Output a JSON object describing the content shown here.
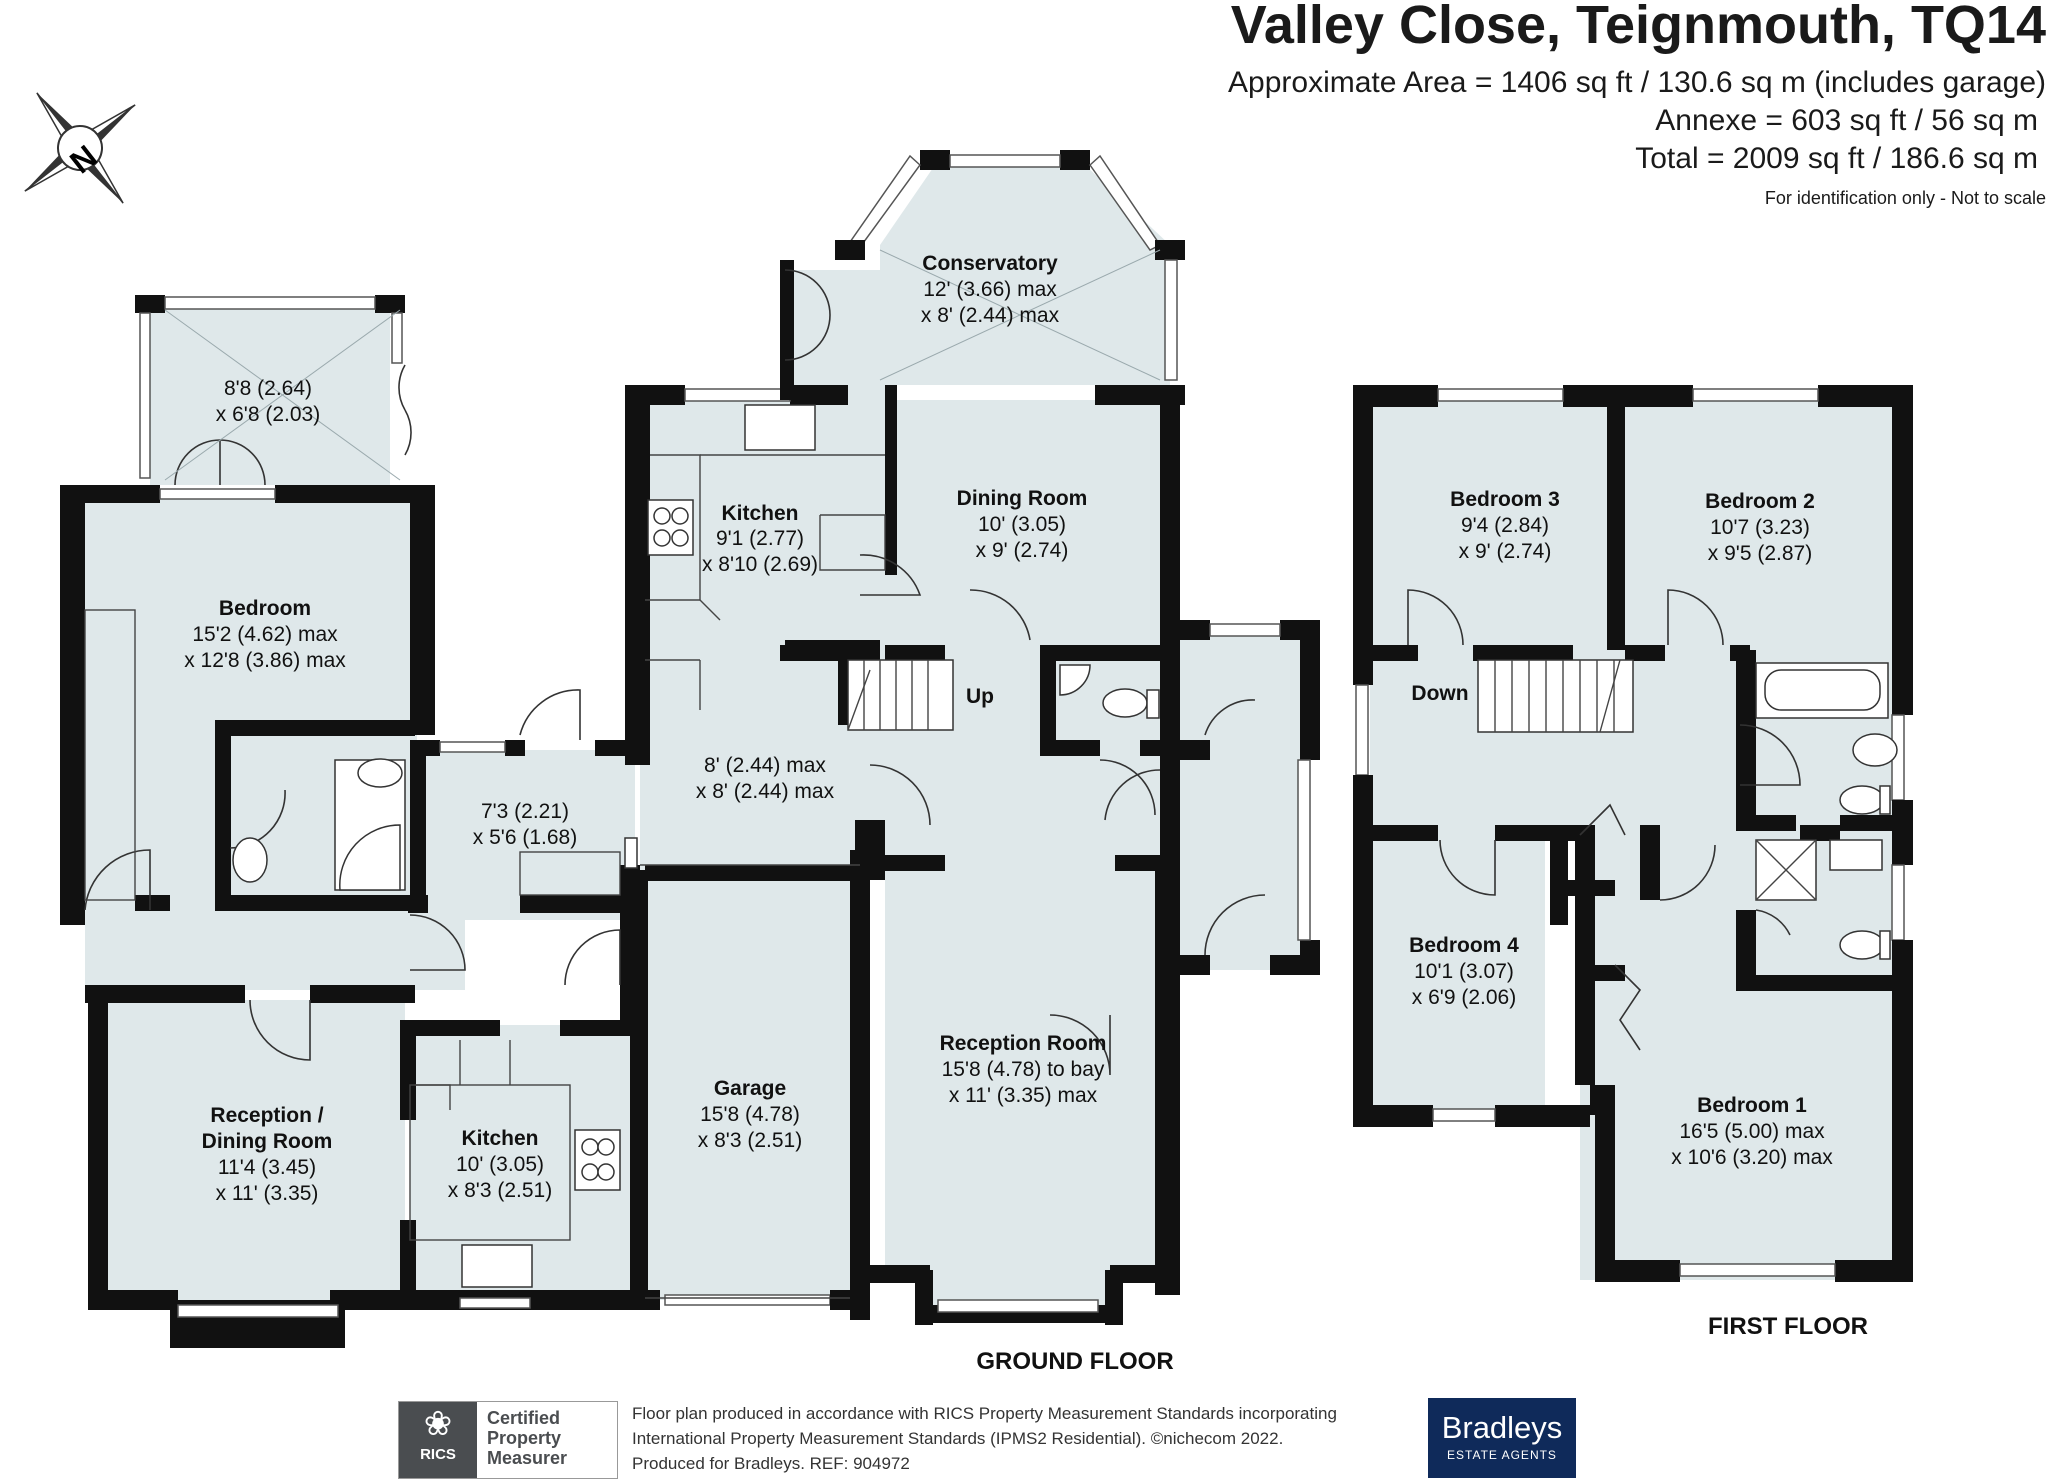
{
  "header": {
    "title": "Valley Close, Teignmouth, TQ14",
    "area_main": "Approximate Area = 1406 sq ft / 130.6 sq m (includes garage)",
    "area_annexe": "Annexe  = 603 sq ft / 56 sq m",
    "area_total": "Total = 2009 sq ft / 186.6 sq m",
    "disclaimer": "For identification only - Not to scale"
  },
  "compass": {
    "label": "N",
    "icon": "compass-rose-icon"
  },
  "rooms": {
    "conservatory": {
      "name": "Conservatory",
      "dim1": "12' (3.66) max",
      "dim2": "x 8' (2.44) max"
    },
    "annexe_conservatory": {
      "dim1": "8'8 (2.64)",
      "dim2": "x 6'8 (2.03)"
    },
    "kitchen": {
      "name": "Kitchen",
      "dim1": "9'1 (2.77)",
      "dim2": "x 8'10 (2.69)"
    },
    "dining_room": {
      "name": "Dining Room",
      "dim1": "10' (3.05)",
      "dim2": "x 9' (2.74)"
    },
    "bedroom": {
      "name": "Bedroom",
      "dim1": "15'2 (4.62) max",
      "dim2": "x 12'8 (3.86) max"
    },
    "hall": {
      "dim1": "8' (2.44) max",
      "dim2": "x 8' (2.44) max"
    },
    "utility": {
      "dim1": "7'3 (2.21)",
      "dim2": "x 5'6 (1.68)"
    },
    "up": "Up",
    "down": "Down",
    "reception_room": {
      "name": "Reception Room",
      "dim1": "15'8 (4.78) to bay",
      "dim2": "x 11' (3.35) max"
    },
    "garage": {
      "name": "Garage",
      "dim1": "15'8 (4.78)",
      "dim2": "x 8'3 (2.51)"
    },
    "reception_dining": {
      "name1": "Reception /",
      "name2": "Dining Room",
      "dim1": "11'4 (3.45)",
      "dim2": "x 11' (3.35)"
    },
    "annexe_kitchen": {
      "name": "Kitchen",
      "dim1": "10' (3.05)",
      "dim2": "x 8'3 (2.51)"
    },
    "bedroom3": {
      "name": "Bedroom 3",
      "dim1": "9'4 (2.84)",
      "dim2": "x 9' (2.74)"
    },
    "bedroom2": {
      "name": "Bedroom 2",
      "dim1": "10'7 (3.23)",
      "dim2": "x 9'5 (2.87)"
    },
    "bedroom4": {
      "name": "Bedroom 4",
      "dim1": "10'1 (3.07)",
      "dim2": "x 6'9 (2.06)"
    },
    "bedroom1": {
      "name": "Bedroom 1",
      "dim1": "16'5 (5.00) max",
      "dim2": "x 10'6 (3.20) max"
    }
  },
  "floors": {
    "ground": "GROUND FLOOR",
    "first": "FIRST FLOOR"
  },
  "footer": {
    "rics_mark": "RICS",
    "rics_badge": "Certified\nProperty\nMeasurer",
    "line1": "Floor plan produced in accordance with RICS Property Measurement Standards incorporating",
    "line2": "International Property Measurement Standards (IPMS2 Residential).  ©nichecom 2022.",
    "line3": "Produced for Bradleys.   REF:  904972",
    "brand": "Bradleys",
    "brand_sub": "ESTATE AGENTS"
  },
  "colors": {
    "room_fill": "#dfe8ea",
    "walls": "#111111",
    "brand": "#0f2a5a"
  }
}
